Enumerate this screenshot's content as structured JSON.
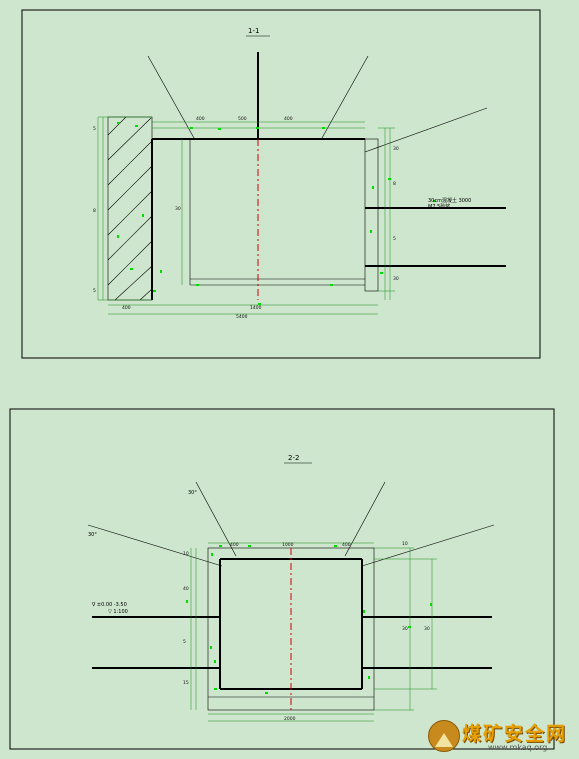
{
  "section_1": {
    "title": "1-1",
    "dims_top": [
      "400",
      "500",
      "400"
    ],
    "dim_left_outer": [
      "5",
      "8",
      "5"
    ],
    "dim_inner_height": "30",
    "dims_bottom_row1": [
      "400",
      "1400"
    ],
    "dim_bottom_row2": "5400",
    "dims_right": [
      "30",
      "8",
      "5",
      "30"
    ],
    "note_line1": "30cm混凝土 3000",
    "note_line2": "M7.5砂浆"
  },
  "section_2": {
    "title": "2-2",
    "angle_label_top": "30°",
    "angle_label_left": "30°",
    "dims_top": [
      "400",
      "1000",
      "400"
    ],
    "dims_left": [
      "10",
      "40",
      "5",
      "15"
    ],
    "dims_right": [
      "10",
      "30",
      "30"
    ],
    "dim_bottom_row1": "",
    "dim_bottom_row2": "2000",
    "note_line1": "∇ ±0.00  -3.50",
    "note_line2": "▽ 1:100"
  },
  "watermark": {
    "brand": "煤矿安全网",
    "url": "www.mkaq.org"
  }
}
